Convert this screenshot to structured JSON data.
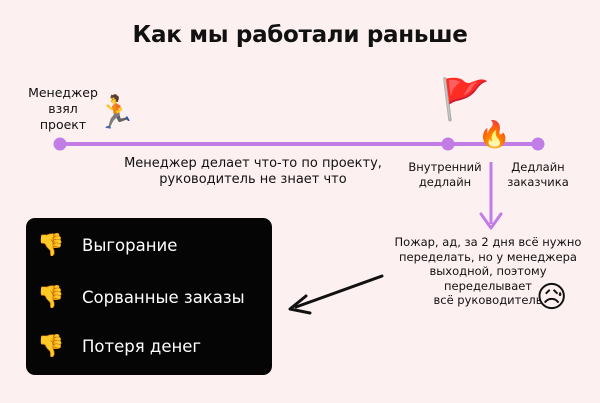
{
  "title": "Как мы работали раньше",
  "timeline": {
    "manager_took_project": [
      "Менеджер",
      "взял",
      "проект"
    ],
    "middle_caption": [
      "Менеджер делает что-то по проекту,",
      "руководитель не знает что"
    ],
    "internal_deadline": [
      "Внутренний",
      "дедлайн"
    ],
    "client_deadline": [
      "Дедлайн",
      "заказчика"
    ]
  },
  "callout": [
    "Пожар, ад, за 2 дня всё нужно",
    "переделать, но у менеджера",
    "выходной, поэтому переделывает",
    "всё руководитель"
  ],
  "consequences": [
    {
      "icon": "thumbs-down-icon",
      "label": "Выгорание"
    },
    {
      "icon": "thumbs-down-icon",
      "label": "Сорванные заказы"
    },
    {
      "icon": "thumbs-down-icon",
      "label": "Потеря денег"
    }
  ],
  "icons": {
    "runner": "runner-icon",
    "flag": "red-flag-icon",
    "fire": "fire-icon",
    "face": "sad-sweat-face-icon"
  },
  "colors": {
    "background": "#fdf0f1",
    "timeline": "#c27ce6",
    "box": "#050505",
    "box_text": "#ffffff"
  }
}
